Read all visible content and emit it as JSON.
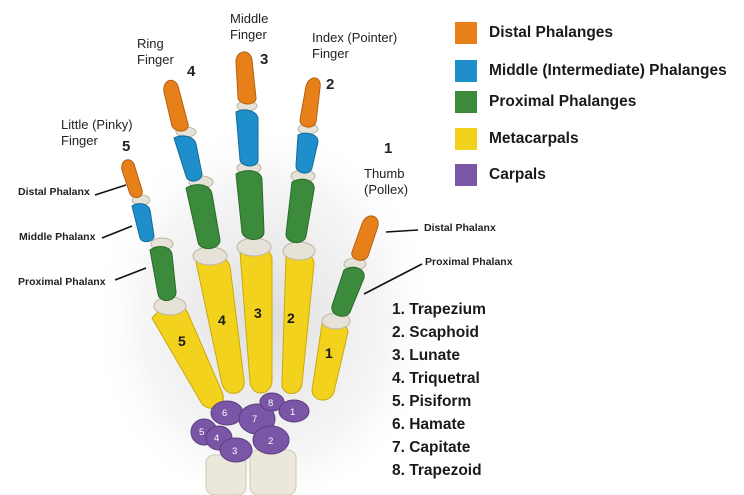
{
  "fingers": {
    "ring": {
      "name": "Ring\nFinger",
      "number": "4"
    },
    "middle": {
      "name": "Middle\nFinger",
      "number": "3"
    },
    "index": {
      "name": "Index (Pointer)\nFinger",
      "number": "2"
    },
    "little": {
      "name": "Little (Pinky)\nFinger",
      "number": "5"
    },
    "thumb": {
      "name": "Thumb\n(Pollex)",
      "number": "1"
    }
  },
  "side_labels": {
    "distal_left": "Distal Phalanx",
    "middle_left": "Middle Phalanx",
    "proximal_left": "Proximal Phalanx",
    "distal_right": "Distal Phalanx",
    "proximal_right": "Proximal Phalanx"
  },
  "metacarpal_numbers": [
    "1",
    "2",
    "3",
    "4",
    "5"
  ],
  "carpal_numbers": [
    "1",
    "2",
    "3",
    "4",
    "5",
    "6",
    "7",
    "8"
  ],
  "legend": [
    {
      "label": "Distal Phalanges",
      "color": "#E8801A"
    },
    {
      "label": "Middle (Intermediate) Phalanges",
      "color": "#1E8FCB"
    },
    {
      "label": "Proximal Phalanges",
      "color": "#3C8A3C"
    },
    {
      "label": "Metacarpals",
      "color": "#F2D21C"
    },
    {
      "label": "Carpals",
      "color": "#7B55A6"
    }
  ],
  "carpals_list": [
    "1. Trapezium",
    "2. Scaphoid",
    "3. Lunate",
    "4. Triquetral",
    "5. Pisiform",
    "6. Hamate",
    "7. Capitate",
    "8. Trapezoid"
  ],
  "colors": {
    "distal": "#E8801A",
    "middle": "#1E8FCB",
    "proximal": "#3C8A3C",
    "metacarpal": "#F2D21C",
    "carpal": "#7B55A6",
    "joint": "#E6E2D8"
  }
}
